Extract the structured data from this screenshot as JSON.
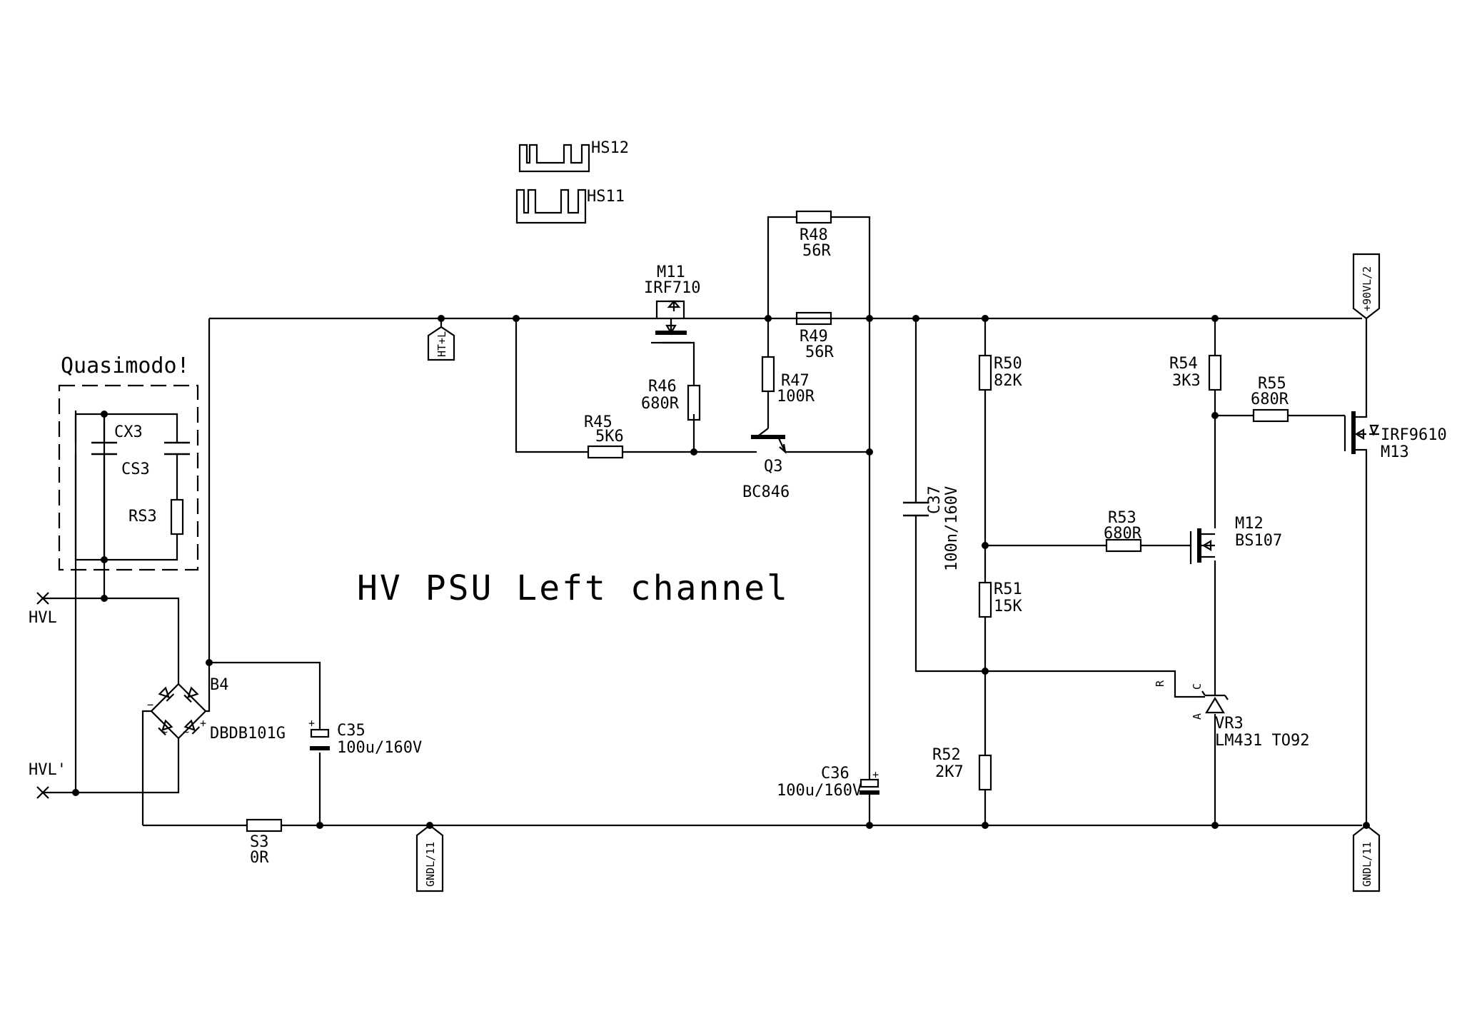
{
  "title": "HV PSU Left channel",
  "quasimodo": "Quasimodo!",
  "heatsinks": [
    {
      "name": "HS12"
    },
    {
      "name": "HS11"
    }
  ],
  "ports": {
    "ht": "HT+L",
    "v90": "+90VL/2",
    "gnd_left": "GNDL/11",
    "gnd_right": "GNDL/11"
  },
  "terminals": {
    "hvl": "HVL",
    "hvl2": "HVL'"
  },
  "components": {
    "cx3": {
      "ref": "CX3"
    },
    "cs3": {
      "ref": "CS3"
    },
    "rs3": {
      "ref": "RS3"
    },
    "b4": {
      "ref": "B4",
      "value": "DBDB101G"
    },
    "c35": {
      "ref": "C35",
      "value": "100u/160V"
    },
    "s3": {
      "ref": "S3",
      "value": "0R"
    },
    "m11": {
      "ref": "M11",
      "value": "IRF710"
    },
    "r45": {
      "ref": "R45",
      "value": "5K6"
    },
    "r46": {
      "ref": "R46",
      "value": "680R"
    },
    "r47": {
      "ref": "R47",
      "value": "100R"
    },
    "r48": {
      "ref": "R48",
      "value": "56R"
    },
    "r49": {
      "ref": "R49",
      "value": "56R"
    },
    "q3": {
      "ref": "Q3",
      "value": "BC846"
    },
    "c36": {
      "ref": "C36",
      "value": "100u/160V"
    },
    "c37": {
      "ref": "C37",
      "value": "100n/160V"
    },
    "r50": {
      "ref": "R50",
      "value": "82K"
    },
    "r51": {
      "ref": "R51",
      "value": "15K"
    },
    "r52": {
      "ref": "R52",
      "value": "2K7"
    },
    "r53": {
      "ref": "R53",
      "value": "680R"
    },
    "r54": {
      "ref": "R54",
      "value": "3K3"
    },
    "r55": {
      "ref": "R55",
      "value": "680R"
    },
    "m12": {
      "ref": "M12",
      "value": "BS107"
    },
    "m13": {
      "ref": "M13",
      "value": "IRF9610"
    },
    "vr3": {
      "ref": "VR3",
      "value": "LM431 TO92",
      "pin_r": "R",
      "pin_c": "C",
      "pin_a": "A"
    }
  }
}
